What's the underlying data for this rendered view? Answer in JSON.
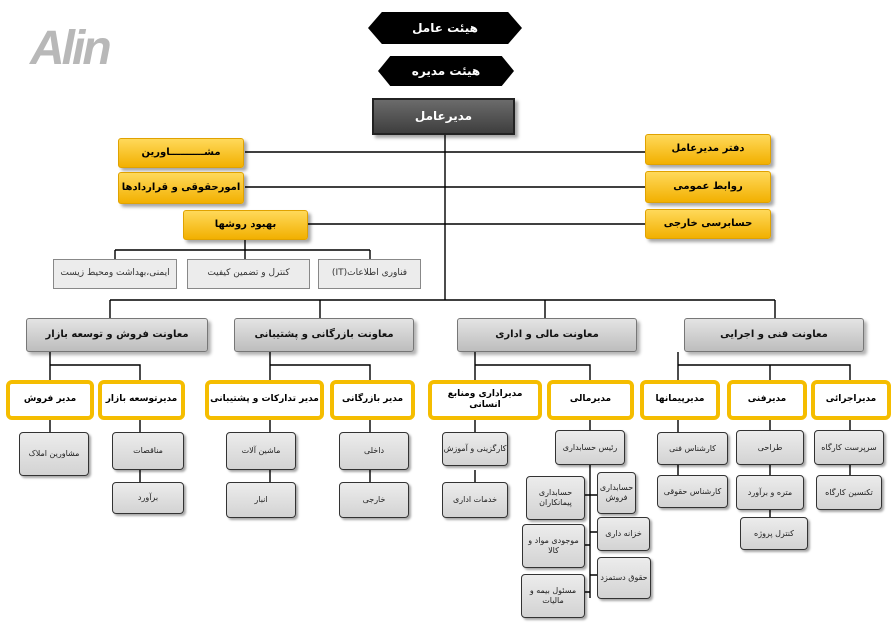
{
  "logo": {
    "text": "Alin",
    "color": "#b8b8b8"
  },
  "top": {
    "board": "هیئت عامل",
    "directors": "هیئت مدیره",
    "ceo": "مدیرعامل"
  },
  "staff_left": [
    "مشــــــــــاورین",
    "امورحقوقی و قراردادها",
    "بهبود روشها"
  ],
  "staff_right": [
    "دفتر مدیرعامل",
    "روابط عمومی",
    "حسابرسی خارجی"
  ],
  "improvement_units": [
    "ایمنی،بهداشت ومحیط زیست",
    "کنترل و تضمین کیفیت",
    "فناوری اطلاعات(IT)"
  ],
  "deputies": [
    "معاونت فروش و توسعه بازار",
    "معاونت بازرگانی و پشتیبانی",
    "معاونت مالی و اداری",
    "معاونت فنی و اجرایی"
  ],
  "managers": [
    "مدیر فروش",
    "مدیرتوسعه بازار",
    "مدیر تدارکات و پشتیبانی",
    "مدیر بازرگانی",
    "مدیراداری ومنابع انسانی",
    "مدیرمالی",
    "مدیرپیمانها",
    "مدیرفنی",
    "مدیراجرائی"
  ],
  "units": {
    "sales": [
      "مشاورین املاک"
    ],
    "market": [
      "مناقصات",
      "برآورد"
    ],
    "logistics": [
      "ماشین آلات",
      "انبار"
    ],
    "commerce": [
      "داخلی",
      "خارجی"
    ],
    "hr": [
      "کارگزینی و آموزش",
      "خدمات اداری"
    ],
    "finance": [
      "رئیس حسابداری",
      "حسابداری پیمانکاران",
      "موجودی مواد و کالا",
      "مسئول بیمه و مالیات",
      "حسابداری فروش",
      "خزانه داری",
      "حقوق دستمزد"
    ],
    "contracts": [
      "کارشناس فنی",
      "کارشناس حقوقی"
    ],
    "technical": [
      "طراحی",
      "متره و برآورد",
      "کنترل پروژه"
    ],
    "executive": [
      "سرپرست کارگاه",
      "تکنسین کارگاه"
    ]
  }
}
